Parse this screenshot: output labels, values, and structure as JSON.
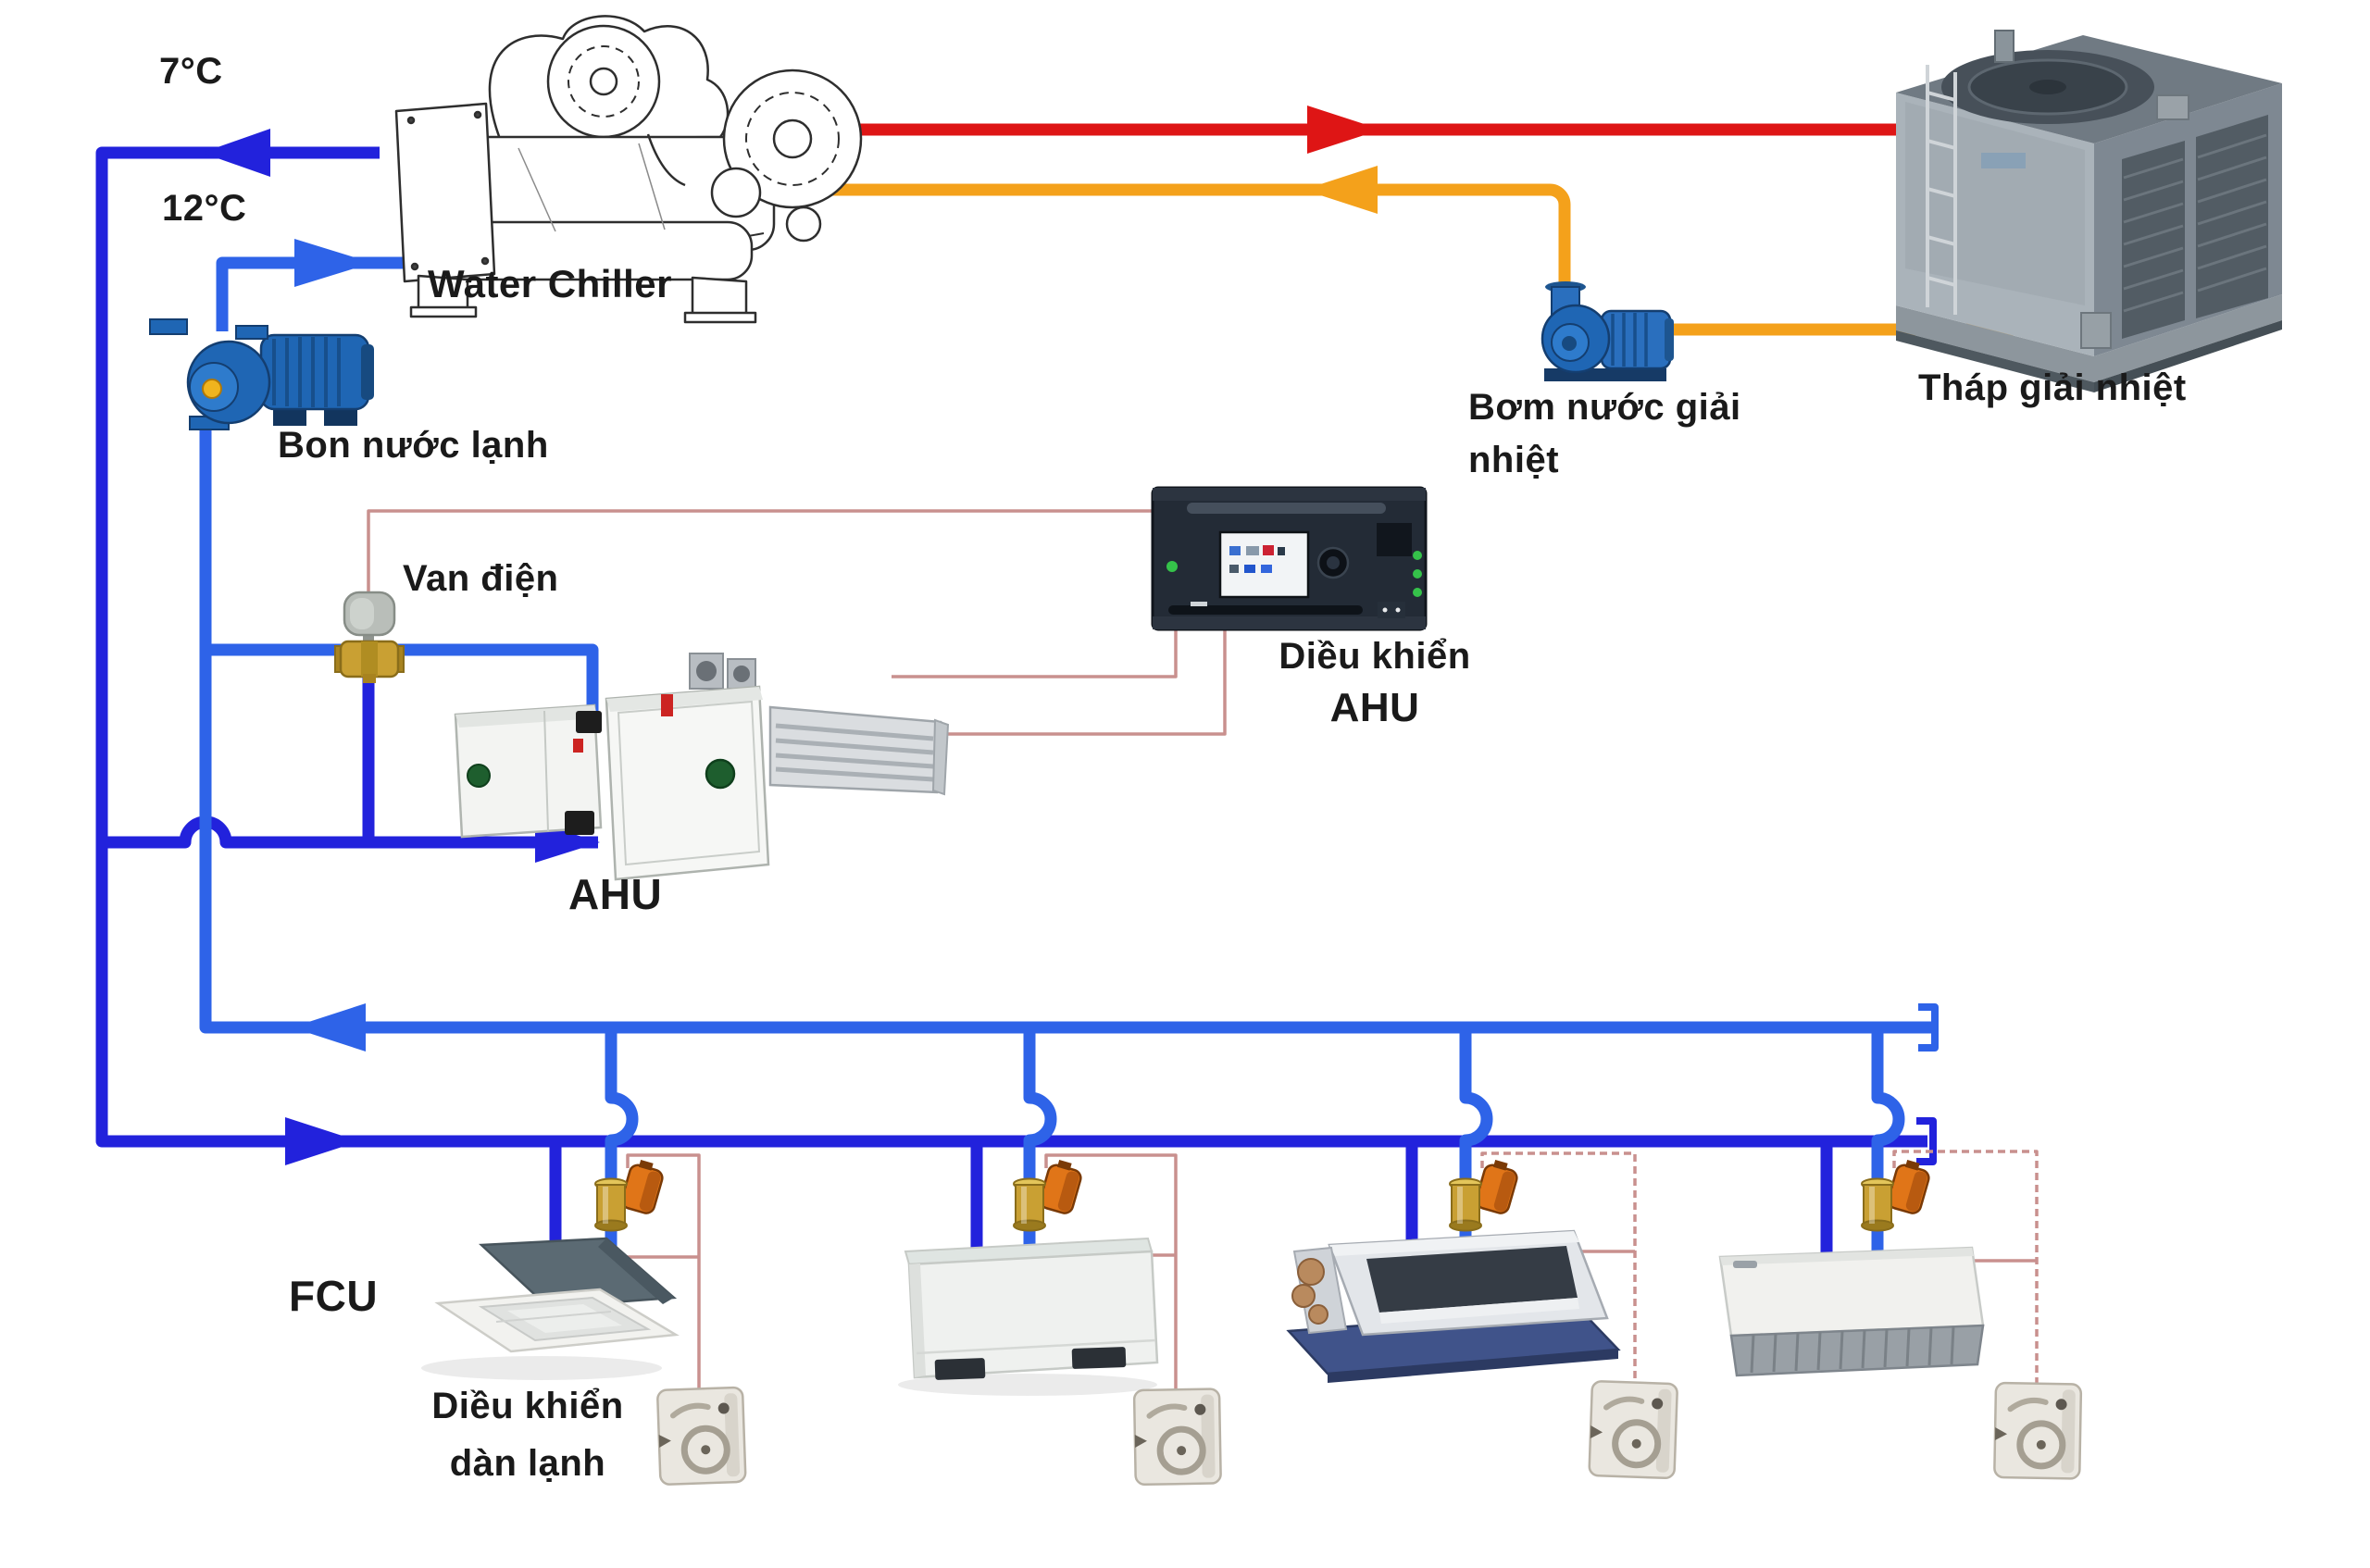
{
  "diagram": {
    "type": "hvac-chilled-water-system",
    "labels": {
      "supply_temp": "7°C",
      "return_temp": "12°C",
      "water_chiller": "Water Chiller",
      "chilled_water_pump": "Bon nước lạnh",
      "electric_valve": "Van điện",
      "ahu": "AHU",
      "ahu_controller_line1": "Diều khiển",
      "ahu_controller_line2": "AHU",
      "condenser_pump_line1": "Bơm nước giải",
      "condenser_pump_line2": "nhiệt",
      "cooling_tower": "Tháp giải nhiệt",
      "fcu": "FCU",
      "fcu_controller_line1": "Diều khiển",
      "fcu_controller_line2": "dàn lạnh"
    },
    "colors": {
      "supply": "#2222DC",
      "return": "#2E63E8",
      "hot": "#DE1515",
      "warm": "#F4A11B",
      "wire": "#C9908E",
      "brass": "#C9A033",
      "actuator": "#E07518",
      "text": "#1A1A1A"
    }
  }
}
